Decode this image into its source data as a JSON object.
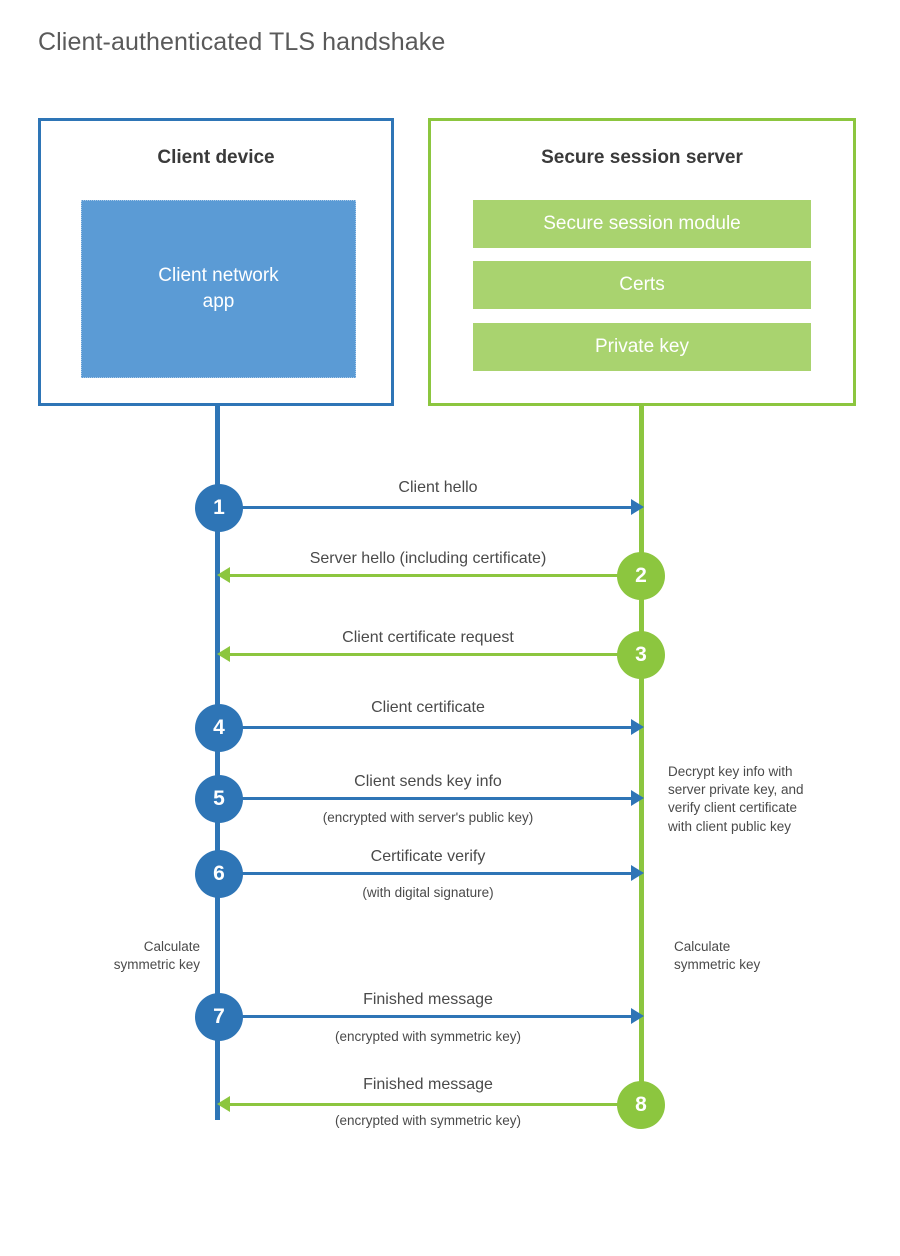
{
  "title": "Client-authenticated TLS handshake",
  "colors": {
    "client_blue": "#2e75b6",
    "client_app_fill": "#5b9bd5",
    "server_green": "#8cc63f",
    "server_bar_fill": "#a9d36f",
    "text": "#4a4a4a",
    "title_text": "#5a5a5a"
  },
  "parties": {
    "client": {
      "title": "Client device",
      "app_line1": "Client network",
      "app_line2": "app"
    },
    "server": {
      "title": "Secure session server",
      "bars": [
        {
          "label": "Secure session module"
        },
        {
          "label": "Certs"
        },
        {
          "label": "Private key"
        }
      ]
    }
  },
  "steps": [
    {
      "number": "1",
      "label": "Client hello",
      "sublabel": "",
      "direction": "client-to-server",
      "color": "blue"
    },
    {
      "number": "2",
      "label": "Server hello (including certificate)",
      "sublabel": "",
      "direction": "server-to-client",
      "color": "green"
    },
    {
      "number": "3",
      "label": "Client certificate request",
      "sublabel": "",
      "direction": "server-to-client",
      "color": "green"
    },
    {
      "number": "4",
      "label": "Client certificate",
      "sublabel": "",
      "direction": "client-to-server",
      "color": "blue"
    },
    {
      "number": "5",
      "label": "Client sends key info",
      "sublabel": "(encrypted with server's public key)",
      "direction": "client-to-server",
      "color": "blue"
    },
    {
      "number": "6",
      "label": "Certificate verify",
      "sublabel": "(with digital signature)",
      "direction": "client-to-server",
      "color": "blue"
    },
    {
      "number": "7",
      "label": "Finished message",
      "sublabel": "(encrypted with symmetric key)",
      "direction": "client-to-server",
      "color": "blue"
    },
    {
      "number": "8",
      "label": "Finished message",
      "sublabel": "(encrypted with symmetric key)",
      "direction": "server-to-client",
      "color": "green"
    }
  ],
  "annotations": {
    "server_decrypt": {
      "line1": "Decrypt key info with",
      "line2": "server private key, and",
      "line3": "verify client certificate",
      "line4": "with client public key"
    },
    "client_calc": {
      "line1": "Calculate",
      "line2": "symmetric key"
    },
    "server_calc": {
      "line1": "Calculate",
      "line2": "symmetric key"
    }
  }
}
